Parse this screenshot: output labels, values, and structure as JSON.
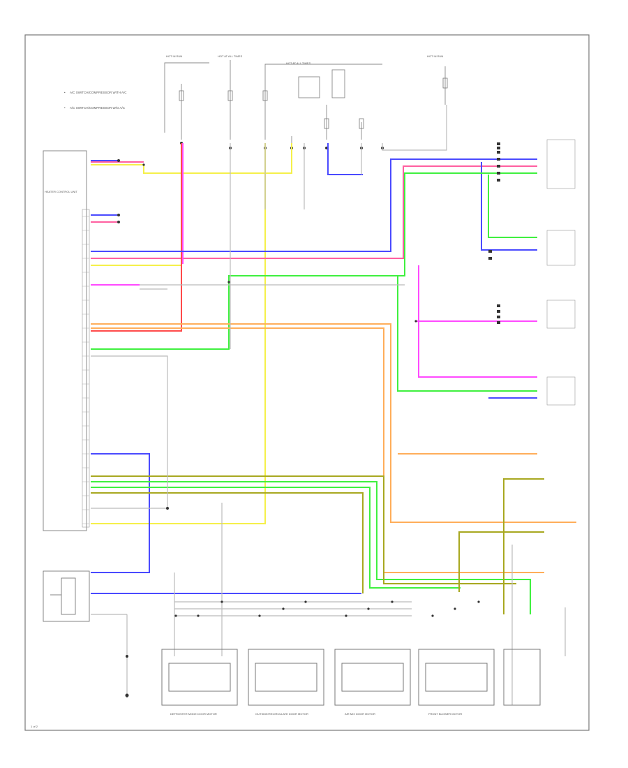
{
  "legend": {
    "items": [
      "A/C SWITCH/COMPRESSOR WITH A/C",
      "A/C SWITCH/COMPRESSOR W/O A/C"
    ]
  },
  "fuse_labels": [
    "HOT IN RUN",
    "HOT AT ALL TIMES",
    "HOT AT ALL TIMES",
    "HOT IN RUN"
  ],
  "colors": {
    "wire_blue": "#4a4aff",
    "wire_pink": "#ff5fa0",
    "wire_yellow": "#f5f04a",
    "wire_green": "#3ff03f",
    "wire_orange": "#ffae5a",
    "wire_red": "#ff4a4a",
    "wire_magenta": "#ff4aff",
    "wire_olive": "#a8a820",
    "wire_gray": "#bbbbbb",
    "frame": "#777777"
  },
  "left_module": {
    "title": "HEATER CONTROL UNIT"
  },
  "bottom_units": [
    {
      "label": "DEFROSTER MODE DOOR MOTOR"
    },
    {
      "label": "OUTSIDE/RECIRCULATE DOOR MOTOR"
    },
    {
      "label": "AIR MIX DOOR MOTOR"
    },
    {
      "label": "FRONT BLOWER MOTOR"
    }
  ],
  "page_marker": "1 of 2"
}
